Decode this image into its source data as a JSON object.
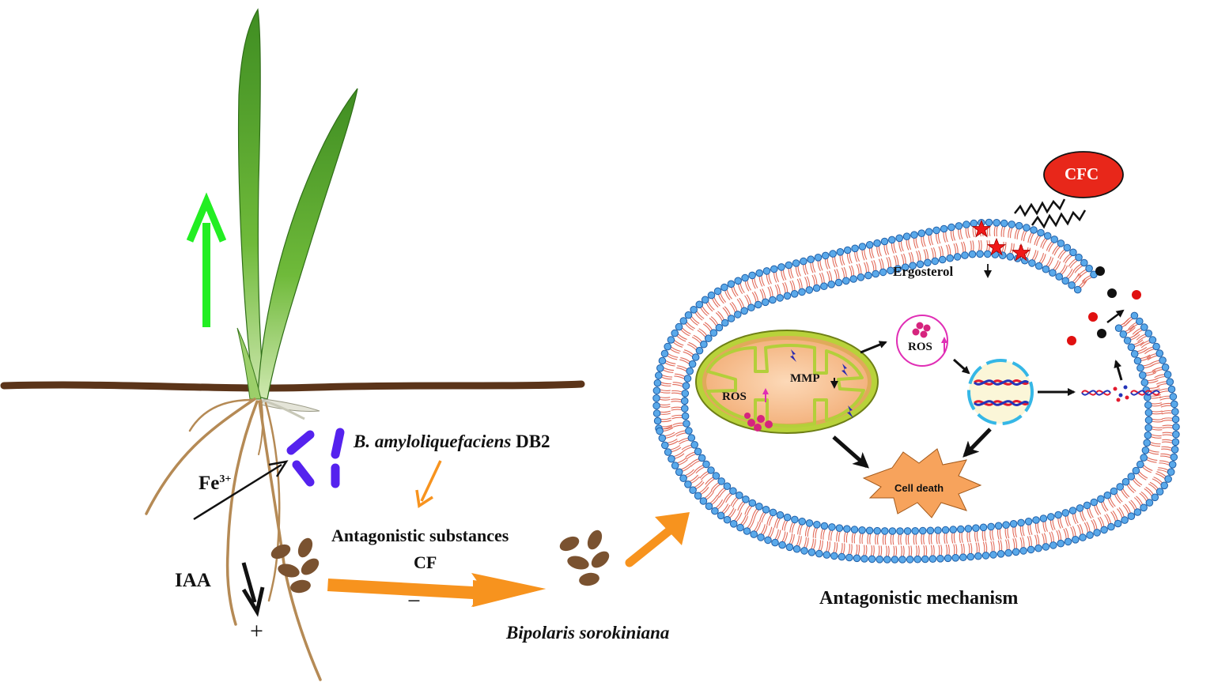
{
  "labels": {
    "bacterium_species": "B. amyloliquefaciens",
    "bacterium_strain": "DB2",
    "iron": "Fe",
    "iron_charge": "3+",
    "auxin": "IAA",
    "plus_sign": "+",
    "minus_sign": "−",
    "antagonistic_substances": "Antagonistic substances",
    "cell_free_abbrev": "CF",
    "pathogen": "Bipolaris sorokiniana",
    "mechanism_title": "Antagonistic mechanism",
    "cfc": "CFC",
    "ergosterol": "Ergosterol",
    "ros_mito": "ROS",
    "mmp": "MMP",
    "ros_vesicle": "ROS",
    "cell_death": "Cell death"
  },
  "colors": {
    "soil": "#5b3419",
    "root": "#b58a55",
    "leaf": "#4f9a2a",
    "growth_arrow": "#22ee22",
    "bacteria": "#5522ee",
    "spore": "#7a5230",
    "orange_arrow": "#f7931e",
    "membrane_head": "#5aa9ea",
    "membrane_tail": "#e26b5a",
    "cfc_fill": "#e8271a",
    "mito_outer": "#e0aa5a",
    "mito_inner_line": "#b3cf3a",
    "ros_dots": "#d6247e",
    "dna_red": "#e31b2f",
    "dna_blue": "#2434b8",
    "nucleus_ring": "#35b7e6",
    "cell_death_fill": "#f7a35c"
  },
  "icons": [
    "wheat-seedling",
    "rod-bacteria",
    "fungal-spore",
    "lipid-bilayer",
    "mitochondrion",
    "dna-double-helix",
    "explosion-burst",
    "lightning-zigzag",
    "red-star"
  ]
}
